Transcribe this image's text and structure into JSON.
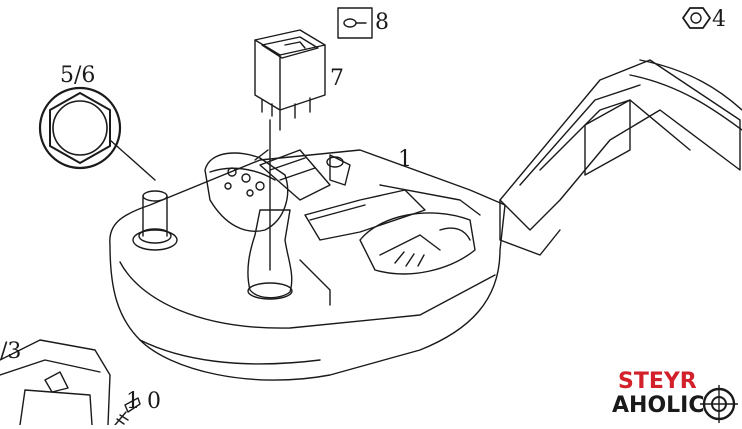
{
  "diagram": {
    "callouts": {
      "part_1": "1",
      "part_4": "4",
      "part_5_6": "5/6",
      "part_7": "7",
      "part_8": "8",
      "part_3": "/3",
      "part_1_0": "1 0"
    }
  },
  "logo": {
    "line1": "STEYR",
    "line2": "AHOLIC",
    "colors": {
      "accent": "#d3212b",
      "text": "#1a1a1a"
    }
  },
  "icons": [
    "nut-icon",
    "key-pin-icon",
    "hex-socket-icon",
    "tractor-console-illustration",
    "rocker-switch-icon",
    "lamp-housing-icon",
    "screw-icon"
  ]
}
